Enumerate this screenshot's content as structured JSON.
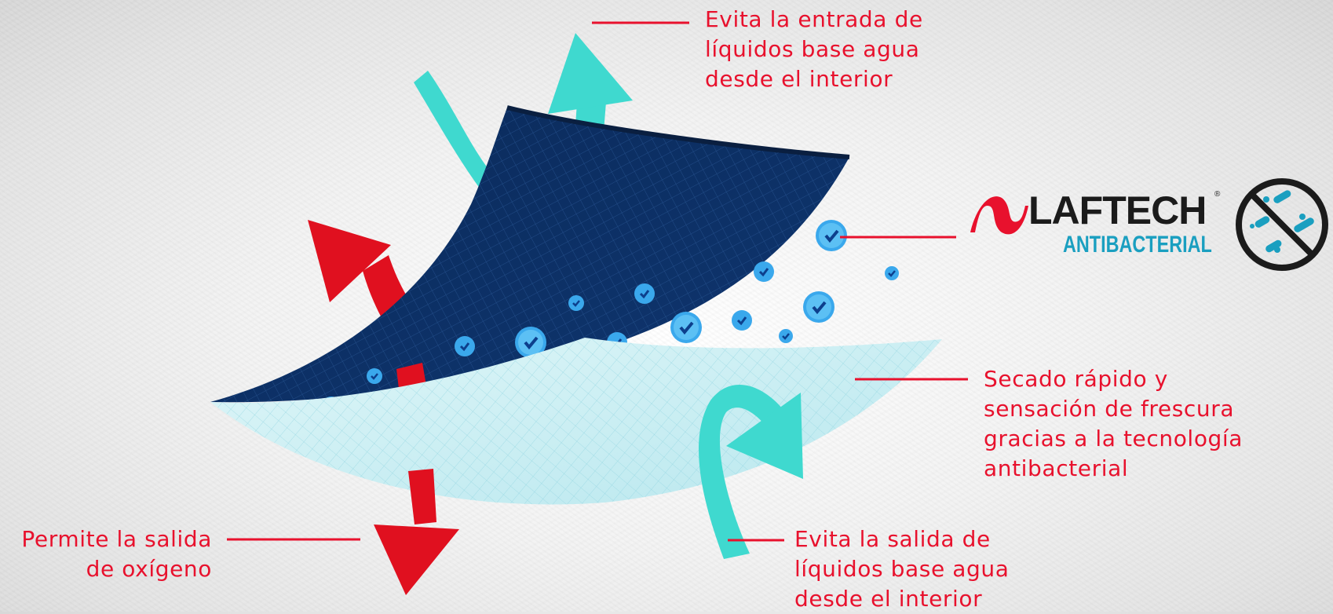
{
  "labels": {
    "top": "Evita la entrada de\nlíquidos base agua\ndesde el interior",
    "right": "Secado rápido y\nsensación de frescura\ngracias a la tecnología\nantibacterial",
    "bottom_left": "Permite la salida\nde oxígeno",
    "bottom_right": "Evita la salida de\nlíquidos base agua\ndesde el interior"
  },
  "logo": {
    "brand": "LAFTECH",
    "registered": "®",
    "subtitle": "ANTIBACTERIAL",
    "icon": "no-bacteria-icon"
  },
  "colors": {
    "label_red": "#e8112d",
    "arrow_red": "#e0101f",
    "arrow_teal": "#3fd9cf",
    "fabric_outer": "#0d2f63",
    "fabric_inner": "#c4ecf1",
    "bubble": "#3aa8ec",
    "logo_teal": "#1a9fc0"
  }
}
